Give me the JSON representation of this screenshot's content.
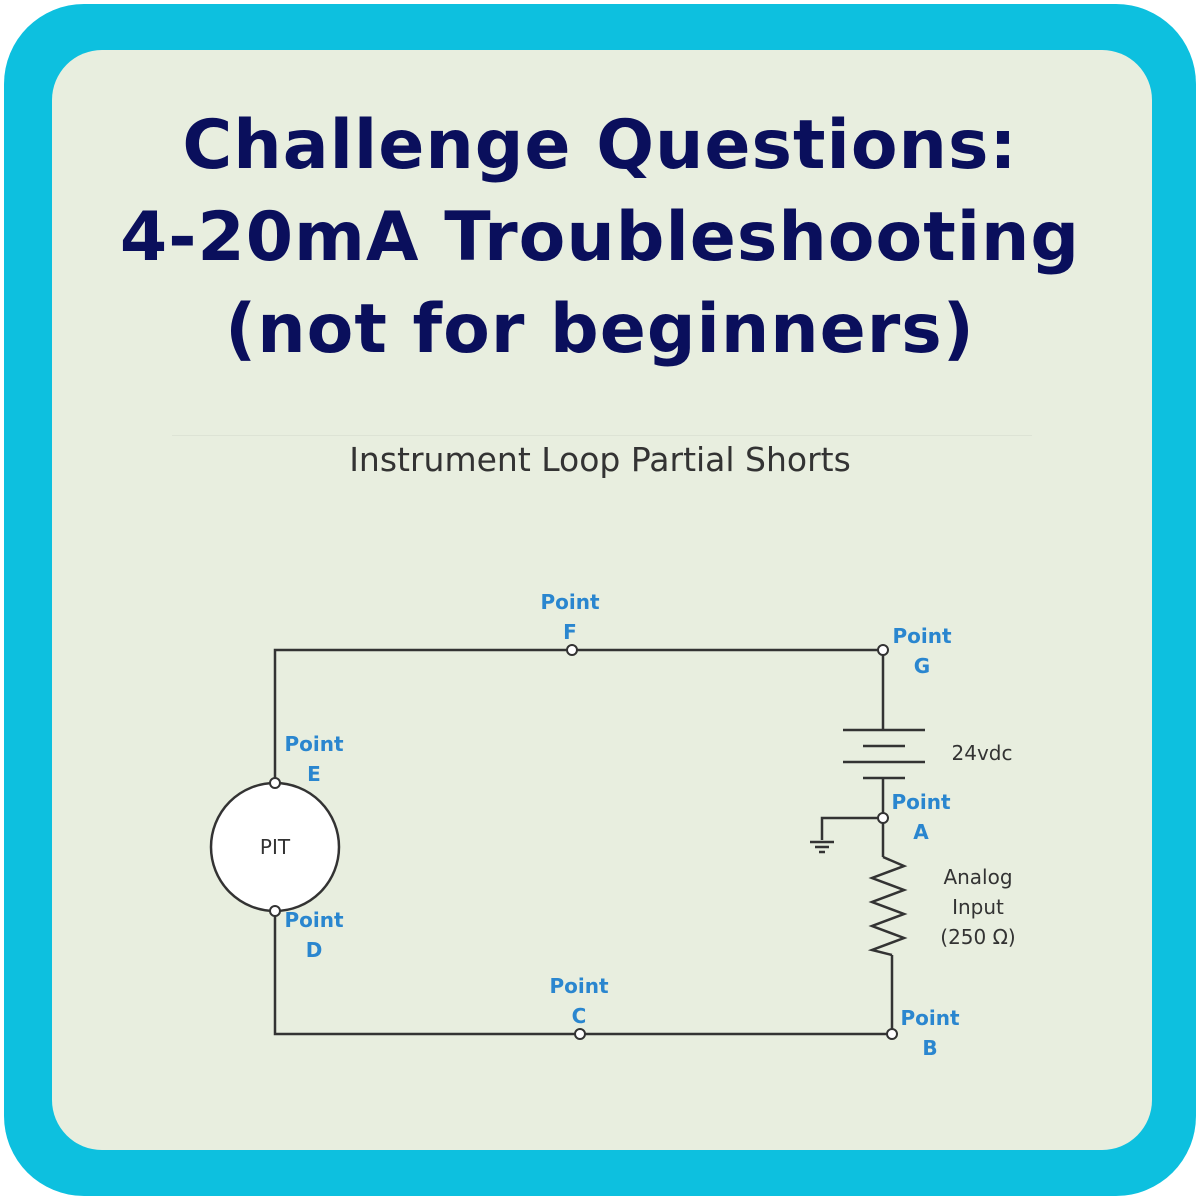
{
  "title": {
    "line1": "Challenge Questions:",
    "line2": "4-20mA Troubleshooting",
    "line3": "(not for beginners)"
  },
  "diagram": {
    "title": "Instrument Loop Partial Shorts",
    "transmitter_label": "PIT",
    "battery_label": "24vdc",
    "resistor_label": {
      "line1": "Analog",
      "line2": "Input",
      "line3": "(250 Ω)"
    },
    "points": {
      "A": {
        "word": "Point",
        "letter": "A"
      },
      "B": {
        "word": "Point",
        "letter": "B"
      },
      "C": {
        "word": "Point",
        "letter": "C"
      },
      "D": {
        "word": "Point",
        "letter": "D"
      },
      "E": {
        "word": "Point",
        "letter": "E"
      },
      "F": {
        "word": "Point",
        "letter": "F"
      },
      "G": {
        "word": "Point",
        "letter": "G"
      }
    }
  }
}
